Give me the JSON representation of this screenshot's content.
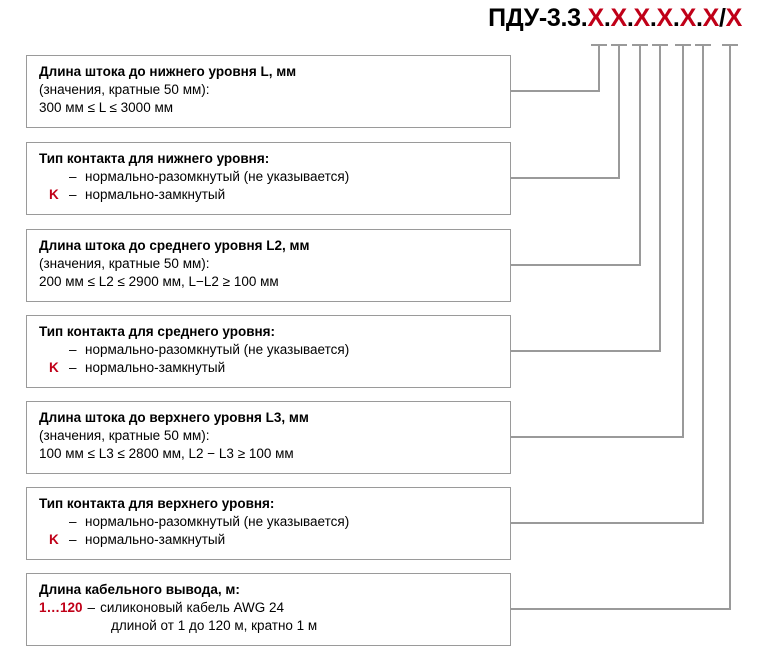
{
  "code": {
    "prefix": "ПДУ-3.3.",
    "segments": [
      "X",
      ".",
      "X",
      ".",
      "X",
      ".",
      "X",
      ".",
      "X",
      ".",
      "X",
      "/",
      "X"
    ],
    "full": "ПДУ-3.3.X.X.X.X.X.X/X",
    "variable_color": "#c00018",
    "prefix_color": "#000000"
  },
  "boxes": [
    {
      "id": "rod-length-lower",
      "title": "Длина штока до нижнего уровня L, мм",
      "lines": [
        "(значения, кратные 50 мм):",
        "300 мм ≤ L ≤ 3000 мм"
      ]
    },
    {
      "id": "contact-type-lower",
      "title": "Тип контакта для нижнего уровня:",
      "options": [
        {
          "key": "",
          "dash": "–",
          "text": "нормально-разомкнутый (не указывается)"
        },
        {
          "key": "K",
          "dash": "–",
          "text": "нормально-замкнутый"
        }
      ]
    },
    {
      "id": "rod-length-middle",
      "title": "Длина штока до среднего уровня L2, мм",
      "lines": [
        "(значения, кратные 50 мм):",
        "200 мм ≤ L2 ≤ 2900 мм, L−L2 ≥ 100 мм"
      ]
    },
    {
      "id": "contact-type-middle",
      "title": "Тип контакта для среднего уровня:",
      "options": [
        {
          "key": "",
          "dash": "–",
          "text": "нормально-разомкнутый (не указывается)"
        },
        {
          "key": "K",
          "dash": "–",
          "text": "нормально-замкнутый"
        }
      ]
    },
    {
      "id": "rod-length-upper",
      "title": "Длина штока до верхнего уровня L3, мм",
      "lines": [
        "(значения, кратные 50 мм):",
        "100 мм ≤ L3 ≤ 2800 мм, L2 − L3 ≥ 100 мм"
      ]
    },
    {
      "id": "contact-type-upper",
      "title": "Тип контакта для верхнего уровня:",
      "options": [
        {
          "key": "",
          "dash": "–",
          "text": "нормально-разомкнутый (не указывается)"
        },
        {
          "key": "K",
          "dash": "–",
          "text": "нормально-замкнутый"
        }
      ]
    },
    {
      "id": "cable-length",
      "title": "Длина кабельного вывода, м:",
      "cable": {
        "key": "1…120",
        "dash": "–",
        "text": "силиконовый кабель AWG 24",
        "text2": "длиной от 1 до 120 м, кратно 1 м"
      }
    }
  ],
  "connectors": {
    "line_color": "#9a9a9a",
    "count": 7
  }
}
